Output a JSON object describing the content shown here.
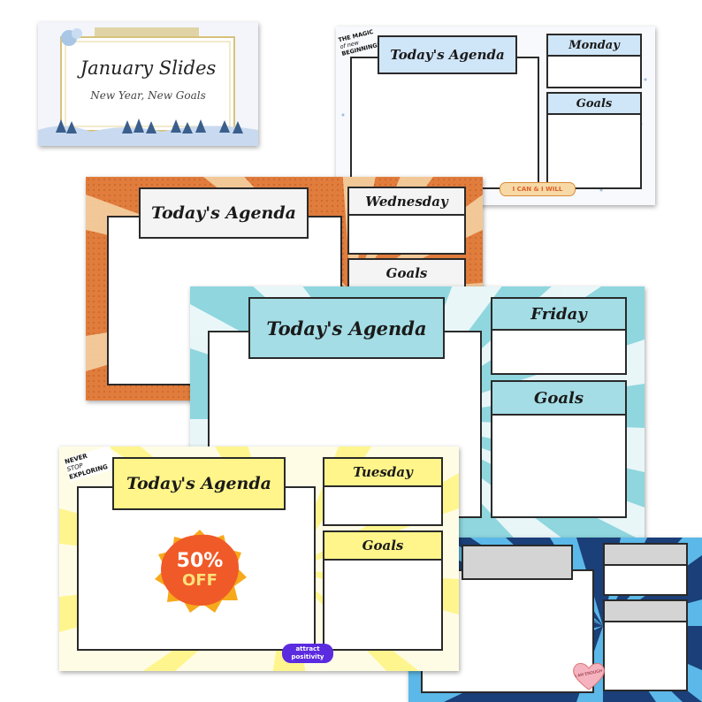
{
  "title_slide": {
    "title": "January Slides",
    "subtitle": "New Year, New Goals"
  },
  "agenda_title": "Today's Agenda",
  "goals_label": "Goals",
  "winter_slide": {
    "day": "Monday",
    "sticker_lines": [
      "THE MAGIC",
      "of new",
      "BEGINNINGS"
    ],
    "badge": "I CAN & I WILL"
  },
  "orange_slide": {
    "day": "Wednesday"
  },
  "teal_slide": {
    "day": "Friday"
  },
  "yellow_slide": {
    "day": "Tuesday",
    "sticker_lines": [
      "NEVER",
      "STOP",
      "EXPLORING"
    ],
    "sale": {
      "percent": "50%",
      "word": "OFF"
    },
    "badge_lines": [
      "attract",
      "positivity"
    ]
  },
  "blue_slide": {
    "heart_text": "I AM ENOUGH"
  },
  "colors": {
    "blue_header": "#cfe5f8",
    "orange": "#e07c3c",
    "teal": "#8fd6de",
    "yellow": "#fff58a",
    "sale_red": "#f05a28",
    "badge_purple": "#5b2be0"
  }
}
